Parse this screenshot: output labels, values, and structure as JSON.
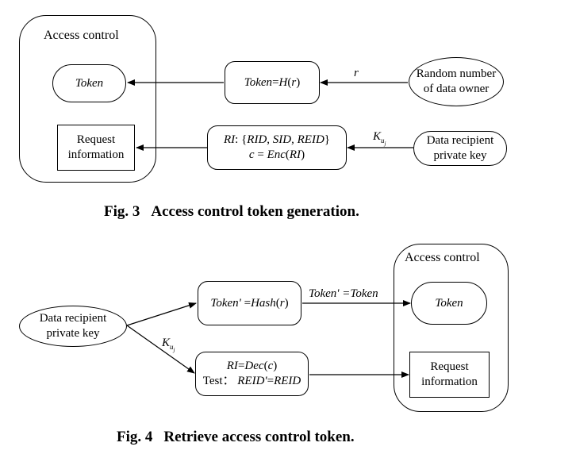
{
  "fig3": {
    "container_title": "Access control",
    "token_box": "Token",
    "request_box": [
      "Request",
      "information"
    ],
    "hash_box": {
      "left": "Token",
      "op": "=",
      "fn": "H",
      "arg": "r"
    },
    "enc_box": {
      "line1": {
        "ri": "RI",
        "sep": ": {",
        "rid": "RID",
        "c1": ", ",
        "sid": "SID",
        "c2": ", ",
        "reid": "REID",
        "close": "}"
      },
      "line2": {
        "c": "c",
        "eq": " = ",
        "fn": "Enc",
        "arg": "RI"
      }
    },
    "random_source": [
      "Random number",
      "of data owner"
    ],
    "key_source": [
      "Data recipient",
      "private key"
    ],
    "label_r": "r",
    "label_k": {
      "base": "K",
      "sub": "u",
      "subsub": "j"
    },
    "caption_num": "Fig. 3",
    "caption_text": "Access control token generation."
  },
  "fig4": {
    "container_title": "Access control",
    "token_box": "Token",
    "request_box": [
      "Request",
      "information"
    ],
    "key_source": [
      "Data recipient",
      "private key"
    ],
    "hash_box": {
      "left": "Token'",
      "op": " =",
      "fn": "Hash",
      "arg": "r"
    },
    "dec_box": {
      "line1": {
        "ri": "RI",
        "eq": "=",
        "fn": "Dec",
        "arg": "c"
      },
      "line2": {
        "test": "Test：",
        "reid1": "REID'",
        "eq": "=",
        "reid2": "REID"
      }
    },
    "edge_label": "Token' =Token",
    "label_k": {
      "base": "K",
      "sub": "u",
      "subsub": "j"
    },
    "caption_num": "Fig. 4",
    "caption_text": "Retrieve access control token."
  }
}
